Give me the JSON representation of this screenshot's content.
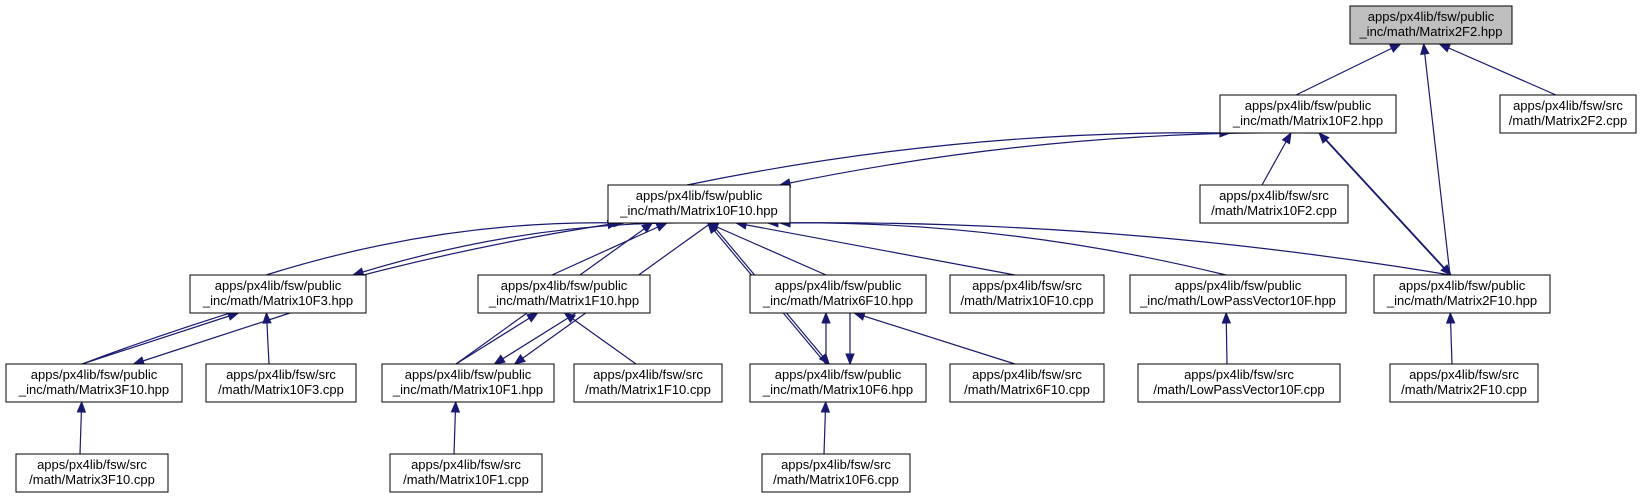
{
  "nodes": [
    {
      "id": "m2f2h",
      "lines": [
        "apps/px4lib/fsw/public",
        "_inc/math/Matrix2F2.hpp"
      ],
      "root": true
    },
    {
      "id": "m10f2h",
      "lines": [
        "apps/px4lib/fsw/public",
        "_inc/math/Matrix10F2.hpp"
      ]
    },
    {
      "id": "m2f2c",
      "lines": [
        "apps/px4lib/fsw/src",
        "/math/Matrix2F2.cpp"
      ]
    },
    {
      "id": "m10f10h",
      "lines": [
        "apps/px4lib/fsw/public",
        "_inc/math/Matrix10F10.hpp"
      ]
    },
    {
      "id": "m10f2c",
      "lines": [
        "apps/px4lib/fsw/src",
        "/math/Matrix10F2.cpp"
      ]
    },
    {
      "id": "m10f3h",
      "lines": [
        "apps/px4lib/fsw/public",
        "_inc/math/Matrix10F3.hpp"
      ]
    },
    {
      "id": "m1f10h",
      "lines": [
        "apps/px4lib/fsw/public",
        "_inc/math/Matrix1F10.hpp"
      ]
    },
    {
      "id": "m6f10h",
      "lines": [
        "apps/px4lib/fsw/public",
        "_inc/math/Matrix6F10.hpp"
      ]
    },
    {
      "id": "m10f10c",
      "lines": [
        "apps/px4lib/fsw/src",
        "/math/Matrix10F10.cpp"
      ]
    },
    {
      "id": "lpv10fh",
      "lines": [
        "apps/px4lib/fsw/public",
        "_inc/math/LowPassVector10F.hpp"
      ]
    },
    {
      "id": "m2f10h",
      "lines": [
        "apps/px4lib/fsw/public",
        "_inc/math/Matrix2F10.hpp"
      ]
    },
    {
      "id": "m3f10h",
      "lines": [
        "apps/px4lib/fsw/public",
        "_inc/math/Matrix3F10.hpp"
      ]
    },
    {
      "id": "m10f3c",
      "lines": [
        "apps/px4lib/fsw/src",
        "/math/Matrix10F3.cpp"
      ]
    },
    {
      "id": "m10f1h",
      "lines": [
        "apps/px4lib/fsw/public",
        "_inc/math/Matrix10F1.hpp"
      ]
    },
    {
      "id": "m1f10c",
      "lines": [
        "apps/px4lib/fsw/src",
        "/math/Matrix1F10.cpp"
      ]
    },
    {
      "id": "m10f6h",
      "lines": [
        "apps/px4lib/fsw/public",
        "_inc/math/Matrix10F6.hpp"
      ]
    },
    {
      "id": "m6f10c",
      "lines": [
        "apps/px4lib/fsw/src",
        "/math/Matrix6F10.cpp"
      ]
    },
    {
      "id": "lpv10fc",
      "lines": [
        "apps/px4lib/fsw/src",
        "/math/LowPassVector10F.cpp"
      ]
    },
    {
      "id": "m2f10c",
      "lines": [
        "apps/px4lib/fsw/src",
        "/math/Matrix2F10.cpp"
      ]
    },
    {
      "id": "m3f10c",
      "lines": [
        "apps/px4lib/fsw/src",
        "/math/Matrix3F10.cpp"
      ]
    },
    {
      "id": "m10f1c",
      "lines": [
        "apps/px4lib/fsw/src",
        "/math/Matrix10F1.cpp"
      ]
    },
    {
      "id": "m10f6c",
      "lines": [
        "apps/px4lib/fsw/src",
        "/math/Matrix10F6.cpp"
      ]
    }
  ],
  "edges": [
    {
      "from": "m10f2h",
      "to": "m2f2h"
    },
    {
      "from": "m2f2c",
      "to": "m2f2h"
    },
    {
      "from": "m2f10h",
      "to": "m2f2h"
    },
    {
      "from": "m10f10h",
      "to": "m10f2h"
    },
    {
      "from": "m10f2h",
      "to": "m10f10h"
    },
    {
      "from": "m10f2c",
      "to": "m10f2h"
    },
    {
      "from": "m2f10h",
      "to": "m10f2h"
    },
    {
      "from": "m10f2h",
      "to": "m2f10h"
    },
    {
      "from": "m10f3h",
      "to": "m10f10h"
    },
    {
      "from": "m10f10h",
      "to": "m10f3h"
    },
    {
      "from": "m3f10h",
      "to": "m10f10h"
    },
    {
      "from": "m10f1h",
      "to": "m10f10h"
    },
    {
      "from": "m10f10h",
      "to": "m10f1h"
    },
    {
      "from": "m1f10h",
      "to": "m10f10h"
    },
    {
      "from": "m6f10h",
      "to": "m10f10h"
    },
    {
      "from": "m10f6h",
      "to": "m10f10h"
    },
    {
      "from": "m10f10h",
      "to": "m10f6h"
    },
    {
      "from": "m10f10c",
      "to": "m10f10h"
    },
    {
      "from": "lpv10fh",
      "to": "m10f10h"
    },
    {
      "from": "m2f10h",
      "to": "m10f10h"
    },
    {
      "from": "m3f10h",
      "to": "m10f3h"
    },
    {
      "from": "m10f3h",
      "to": "m3f10h"
    },
    {
      "from": "m10f3c",
      "to": "m10f3h"
    },
    {
      "from": "m10f1h",
      "to": "m1f10h"
    },
    {
      "from": "m1f10h",
      "to": "m10f1h"
    },
    {
      "from": "m1f10c",
      "to": "m1f10h"
    },
    {
      "from": "m10f6h",
      "to": "m6f10h"
    },
    {
      "from": "m6f10h",
      "to": "m10f6h"
    },
    {
      "from": "m6f10c",
      "to": "m6f10h"
    },
    {
      "from": "lpv10fc",
      "to": "lpv10fh"
    },
    {
      "from": "m2f10c",
      "to": "m2f10h"
    },
    {
      "from": "m3f10c",
      "to": "m3f10h"
    },
    {
      "from": "m10f1c",
      "to": "m10f1h"
    },
    {
      "from": "m10f6c",
      "to": "m10f6h"
    }
  ]
}
